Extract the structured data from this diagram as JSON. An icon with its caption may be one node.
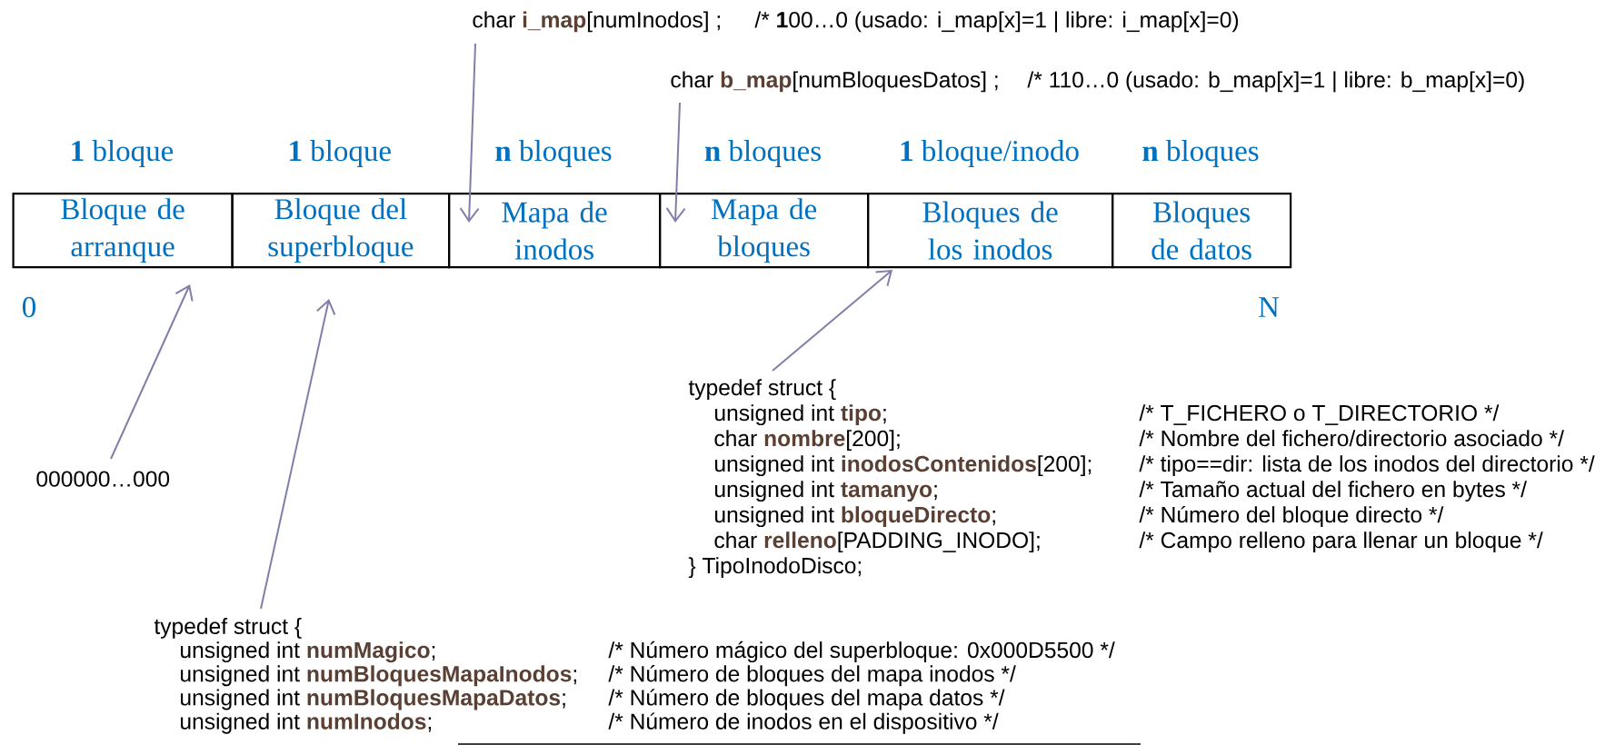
{
  "diagram": {
    "nodes": [
      {
        "text": [
          "Bloque de arranque"
        ],
        "beside": [
          "**1** bloque"
        ]
      },
      {
        "text": [
          "Bloque del superbloque"
        ],
        "beside": [
          "**1** bloque"
        ]
      },
      {
        "text": [
          "Mapa de inodos"
        ],
        "beside": [
          "**n** bloques"
        ]
      },
      {
        "text": [
          "Mapa de bloques"
        ],
        "beside": [
          "**n** bloques"
        ]
      },
      {
        "text": [
          "Bloques de los inodos"
        ],
        "beside": [
          "**1** bloque/inodo"
        ]
      },
      {
        "text": [
          "Bloques de datos"
        ],
        "beside": [
          "**n** bloques"
        ]
      },
      {
        "text": [
          "char **i_map**[numInodos] ;",
          "/* **1**00…0 (usado: i_map[x]=1 | libre: i_map[x]=0)"
        ]
      },
      {
        "text": [
          "char **b_map**[numBloquesDatos] ;",
          "/* 110…0 (usado: b_map[x]=1 | libre: b_map[x]=0)"
        ]
      },
      {
        "text": [
          "000000…000"
        ]
      },
      {
        "text": [
          "typedef struct {",
          "unsigned int **numMagico**;",
          "/* Número mágico del superbloque: 0x000D5500 */",
          "unsigned int **numBloquesMapaInodos**;",
          "/* Número de bloques del mapa inodos */",
          "unsigned int **numBloquesMapaDatos**;",
          "/* Número de bloques del mapa  datos */",
          "unsigned int **numInodos**;",
          "/* Número de inodos en el dispositivo */"
        ]
      },
      {
        "text": [
          "typedef struct {",
          "unsigned int **tipo**;",
          "/*  T_FICHERO o T_DIRECTORIO */",
          "char **nombre**[200];",
          "/* Nombre del fichero/directorio asociado */",
          "unsigned int **inodosContenidos**[200];",
          "/* tipo==dir: lista de los inodos del directorio */",
          "unsigned int **tamanyo**;",
          "/* Tamaño actual del fichero en bytes */",
          "unsigned int **bloqueDirecto**;",
          "/* Número del bloque directo */",
          "char **relleno**[PADDING_INODO];",
          "/* Campo relleno para llenar un bloque */",
          "} TipoInodoDisco;"
        ]
      }
    ],
    "edges": [
      {
        "from": 6,
        "to": 2,
        "arrow": "to"
      },
      {
        "from": 7,
        "to": 3,
        "arrow": "to"
      },
      {
        "from": 8,
        "to": 0,
        "arrow": "to"
      },
      {
        "from": 9,
        "to": 1,
        "arrow": "to"
      },
      {
        "from": 10,
        "to": 4,
        "arrow": "to"
      }
    ],
    "labels": [
      "0",
      "N"
    ]
  }
}
